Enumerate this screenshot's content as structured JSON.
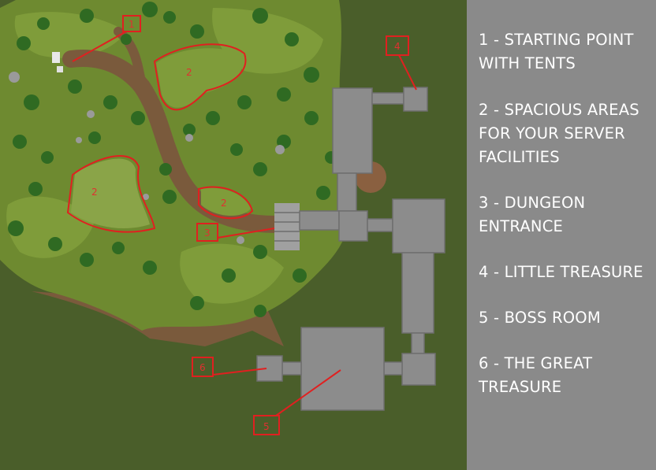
{
  "legend": {
    "items": [
      "1 - STARTING POINT WITH TENTS",
      "2 - SPACIOUS AREAS FOR YOUR SERVER FACILITIES",
      "3 - DUNGEON ENTRANCE",
      "4 - LITTLE TREASURE",
      "5 - BOSS ROOM",
      "6 - THE GREAT TREASURE"
    ]
  },
  "markers": [
    {
      "label": "1"
    },
    {
      "label": "2"
    },
    {
      "label": "2"
    },
    {
      "label": "2"
    },
    {
      "label": "3"
    },
    {
      "label": "4"
    },
    {
      "label": "5"
    },
    {
      "label": "6"
    }
  ],
  "colors": {
    "background": "#4a5e2a",
    "terrain": "#6e8a30",
    "trees": "#2f6a22",
    "path": "#7a5a3c",
    "dungeon": "#8c8c8c",
    "annotation": "#e02020",
    "legend_panel": "#8a8a8a",
    "legend_text": "#ffffff"
  }
}
